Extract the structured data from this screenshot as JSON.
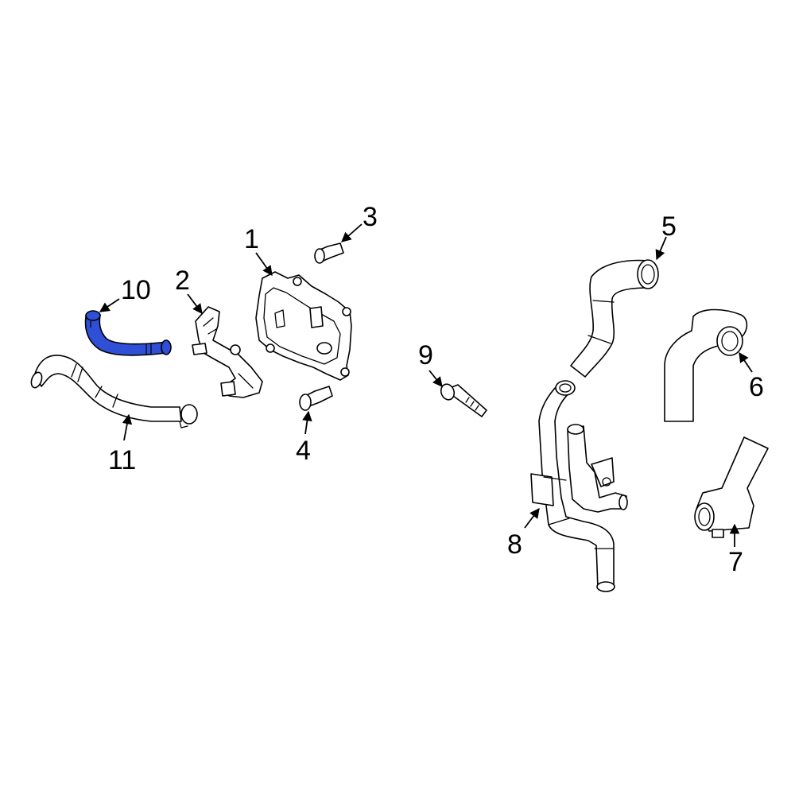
{
  "diagram": {
    "highlight_color": "#2e4fd6",
    "callouts": [
      {
        "id": "1",
        "label": "1"
      },
      {
        "id": "2",
        "label": "2"
      },
      {
        "id": "3",
        "label": "3"
      },
      {
        "id": "4",
        "label": "4"
      },
      {
        "id": "5",
        "label": "5"
      },
      {
        "id": "6",
        "label": "6"
      },
      {
        "id": "7",
        "label": "7"
      },
      {
        "id": "8",
        "label": "8"
      },
      {
        "id": "9",
        "label": "9"
      },
      {
        "id": "10",
        "label": "10",
        "highlighted": true
      },
      {
        "id": "11",
        "label": "11"
      }
    ]
  }
}
